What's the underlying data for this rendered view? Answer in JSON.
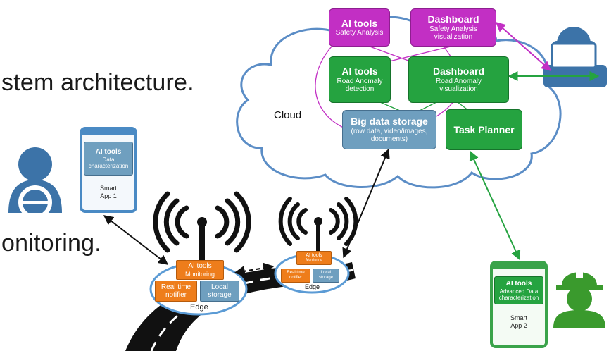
{
  "slide": {
    "line1": "stem architecture.",
    "line2": "onitoring."
  },
  "cloud": {
    "label": "Cloud",
    "ai_safety": {
      "title": "AI tools",
      "subtitle": "Safety Analysis"
    },
    "dash_safety": {
      "title": "Dashboard",
      "subtitle": "Safety Analysis visualization"
    },
    "ai_road": {
      "title": "AI tools",
      "subtitle1": "Road Anomaly",
      "subtitle2": "detection"
    },
    "dash_road": {
      "title": "Dashboard",
      "subtitle1": "Road Anomaly",
      "subtitle2": "visualization"
    },
    "storage": {
      "title": "Big data storage",
      "subtitle1": "(row data, video/images,",
      "subtitle2": "documents)"
    },
    "task_planner": "Task Planner"
  },
  "app1": {
    "title": "AI tools",
    "sub1": "Data",
    "sub2": "characterization",
    "name1": "Smart",
    "name2": "App 1"
  },
  "app2": {
    "title": "AI tools",
    "sub1": "Advanced Data",
    "sub2": "characterization",
    "name1": "Smart",
    "name2": "App 2"
  },
  "edge1": {
    "ai": "AI tools",
    "ai_sub": "Monitoring",
    "notifier": "Real time notifier",
    "storage": "Local storage",
    "label": "Edge"
  },
  "edge2": {
    "ai": "AI tools",
    "ai_sub": "Monitoring",
    "notifier": "Real time notifier",
    "storage": "Local storage",
    "label": "Edge"
  },
  "colors": {
    "purple": "#c22fc4",
    "green": "#25a340",
    "steel": "#6f9fbf",
    "orange": "#ee7d1b",
    "user_blue": "#3c73a8",
    "worker_green": "#3a9a2d"
  }
}
